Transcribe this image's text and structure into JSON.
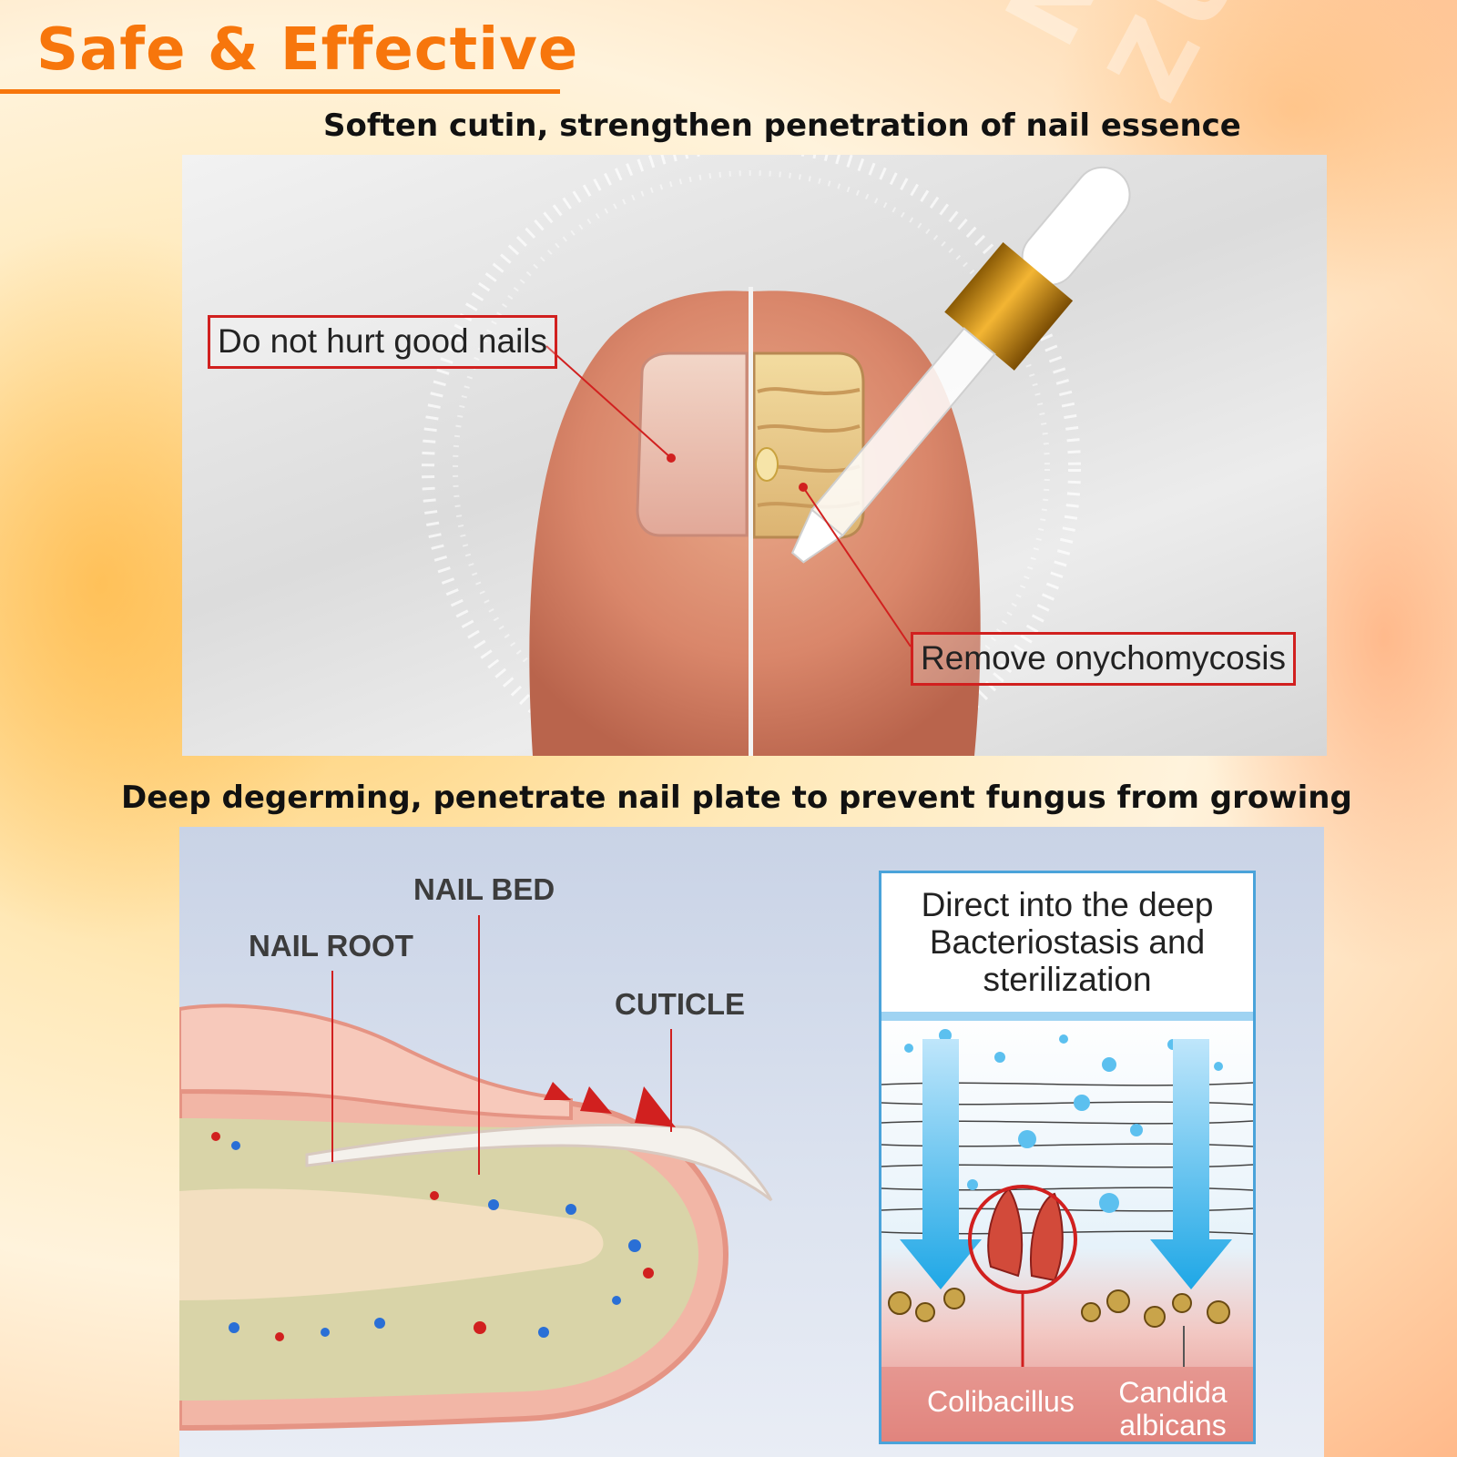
{
  "headline": "Safe & Effective",
  "watermark": "NAT ZUNS",
  "sections": [
    {
      "subtitle": "Soften cutin, strengthen penetration of nail essence",
      "callouts": {
        "good": "Do not hurt good nails",
        "fungus": "Remove onychomycosis"
      }
    },
    {
      "subtitle": "Deep degerming, penetrate nail plate to prevent fungus from growing",
      "labels": {
        "nail_bed": "NAIL BED",
        "nail_root": "NAIL ROOT",
        "cuticle": "CUTICLE"
      },
      "info_box": {
        "lines": [
          "Direct into the deep",
          "Bacteriostasis and",
          "sterilization"
        ],
        "organisms": {
          "left": "Colibacillus",
          "right_line1": "Candida",
          "right_line2": "albicans"
        }
      }
    }
  ],
  "colors": {
    "accent": "#f7760c",
    "callout_border": "#d1201f",
    "info_border": "#4aa3da",
    "arrow": "#1ea7e6"
  }
}
